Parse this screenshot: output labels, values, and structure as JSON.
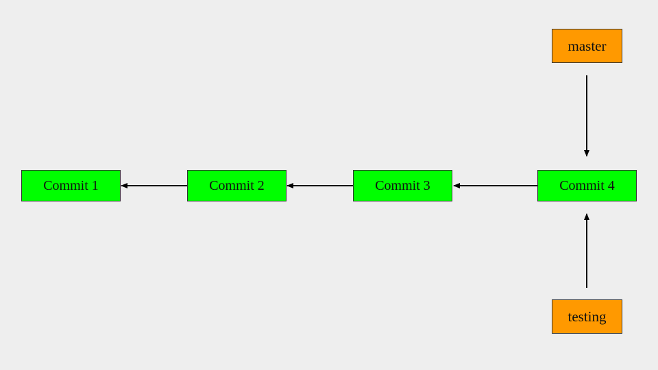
{
  "colors": {
    "background": "#eeeeee",
    "commit_fill": "#00ff00",
    "branch_fill": "#ff9900",
    "arrow": "#000000"
  },
  "commits": [
    {
      "label": "Commit 1"
    },
    {
      "label": "Commit 2"
    },
    {
      "label": "Commit 3"
    },
    {
      "label": "Commit 4"
    }
  ],
  "branches": {
    "master": {
      "label": "master"
    },
    "testing": {
      "label": "testing"
    }
  }
}
